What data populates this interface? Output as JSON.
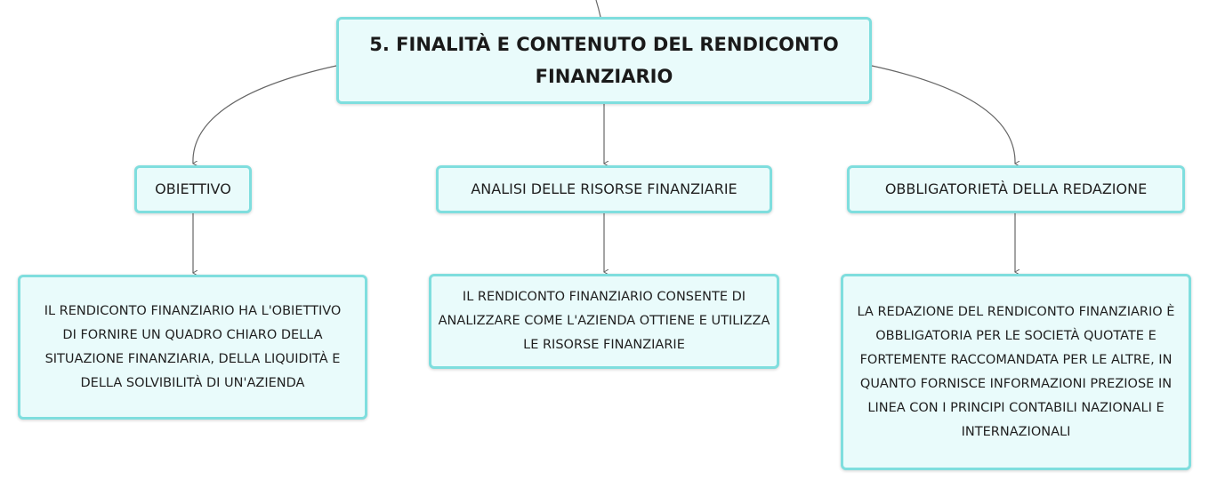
{
  "mindmap": {
    "central": {
      "title": "5. FINALITÀ E CONTENUTO DEL RENDICONTO FINANZIARIO"
    },
    "topics": [
      {
        "label": "OBIETTIVO",
        "detail": "IL RENDICONTO FINANZIARIO HA L'OBIETTIVO DI FORNIRE UN QUADRO CHIARO DELLA SITUAZIONE FINANZIARIA, DELLA LIQUIDITÀ E DELLA SOLVIBILITÀ DI UN'AZIENDA"
      },
      {
        "label": "ANALISI DELLE RISORSE FINANZIARIE",
        "detail": "IL RENDICONTO FINANZIARIO CONSENTE DI ANALIZZARE COME L'AZIENDA OTTIENE E UTILIZZA LE RISORSE FINANZIARIE"
      },
      {
        "label": "OBBLIGATORIETÀ DELLA REDAZIONE",
        "detail": "LA REDAZIONE DEL RENDICONTO FINANZIARIO È OBBLIGATORIA PER LE SOCIETÀ QUOTATE E FORTEMENTE RACCOMANDATA PER LE ALTRE, IN QUANTO FORNISCE INFORMAZIONI PREZIOSE IN LINEA CON I PRINCIPI CONTABILI NAZIONALI E INTERNAZIONALI"
      }
    ]
  },
  "colors": {
    "node_fill": "#e9fbfb",
    "node_border": "#7fdede",
    "connector": "#666666"
  }
}
